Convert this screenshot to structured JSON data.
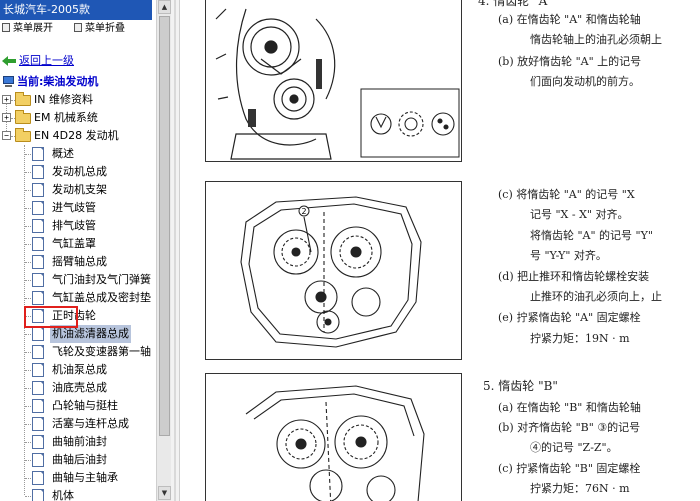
{
  "window": {
    "title": "长城汽车-2005款"
  },
  "menu": {
    "expand_label": "菜单展开",
    "collapse_label": "菜单折叠"
  },
  "tree": {
    "back_label": "返回上一级",
    "current_label": "当前:柴油发动机",
    "folders": [
      {
        "label": "IN 维修资料",
        "toggle": "+"
      },
      {
        "label": "EM 机械系统",
        "toggle": "+"
      },
      {
        "label": "EN 4D28 发动机",
        "toggle": "−"
      }
    ],
    "items": [
      "概述",
      "发动机总成",
      "发动机支架",
      "进气歧管",
      "排气歧管",
      "气缸盖罩",
      "摇臂轴总成",
      "气门油封及气门弹簧",
      "气缸盖总成及密封垫",
      "正时齿轮",
      "机油滤清器总成",
      "飞轮及变速器第一轴",
      "机油泵总成",
      "油底壳总成",
      "凸轮轴与挺柱",
      "活塞与连杆总成",
      "曲轴前油封",
      "曲轴后油封",
      "曲轴与主轴承",
      "机体"
    ],
    "selected_item": "正时齿轮"
  },
  "document": {
    "heading_top": "4. 惰齿轮 \"A\"",
    "section1": [
      "(a)  在惰齿轮 \"A\" 和惰齿轮轴",
      "惰齿轮轴上的油孔必须朝上",
      "(b)  放好惰齿轮 \"A\" 上的记号",
      "们面向发动机的前方。"
    ],
    "section2": [
      "(c)  将惰齿轮 \"A\" 的记号 \"X",
      "记号 \"X - X\" 对齐。",
      "将惰齿轮 \"A\" 的记号 \"Y\"",
      "号 \"Y-Y\" 对齐。",
      "(d)  把止推环和惰齿轮螺栓安装",
      "止推环的油孔必须向上，止",
      "(e)  拧紧惰齿轮 \"A\" 固定螺栓",
      "拧紧力矩：19N · m"
    ],
    "heading2": "5. 惰齿轮 \"B\"",
    "section3": [
      "(a)  在惰齿轮 \"B\" 和惰齿轮轴",
      "(b)  对齐惰齿轮 \"B\" ③的记号",
      "④的记号 \"Z-Z\"。",
      "(c)  拧紧惰齿轮 \"B\" 固定螺栓",
      "拧紧力矩：76N · m"
    ],
    "figure_label": "2"
  },
  "colors": {
    "titlebar": "#1f57b5",
    "link": "#0000cc",
    "selection_box": "#e0201c",
    "highlight": "#b7c4dc"
  }
}
